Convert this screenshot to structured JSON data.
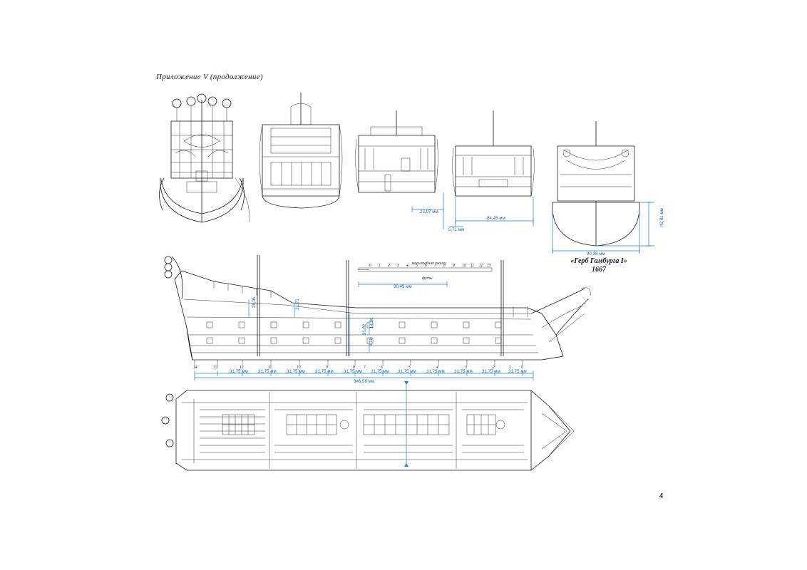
{
  "header": "Приложение V (продолжение)",
  "page_number": "4",
  "ship_title": "«Герб Гамбурга I»",
  "ship_year": "1667",
  "scale_label": "масштабная шкала",
  "scale_unit": "футы",
  "scale_ticks": [
    "0",
    "1",
    "2",
    "3",
    "4",
    "5",
    "6",
    "7",
    "8",
    "9",
    "10",
    "11",
    "12",
    "13"
  ],
  "dims": {
    "d1": "23,07 мм",
    "d2": "5,71 мм",
    "d3": "84,45 мм",
    "d4": "43,81 мм",
    "d5": "90,38 мм",
    "d6": "90,49 мм",
    "total": "346,56 мм",
    "spacing": [
      "31,75 мм",
      "31,75 мм",
      "31,75 мм",
      "31,75 мм",
      "31,75 мм",
      "31,75 мм",
      "31,75 мм",
      "31,75 мм",
      "31,75 мм",
      "31,75 мм",
      "31,75 мм"
    ],
    "vert": [
      "29,05",
      "31,75",
      "21,82",
      "14,08",
      "3,18"
    ]
  },
  "frames": [
    "14",
    "13",
    "12",
    "11",
    "10",
    "9",
    "8",
    "7",
    "6",
    "5",
    "4",
    "3",
    "2",
    "1",
    "0"
  ],
  "colors": {
    "ink": "#1a1a1a",
    "dimension": "#2a7fd0"
  }
}
